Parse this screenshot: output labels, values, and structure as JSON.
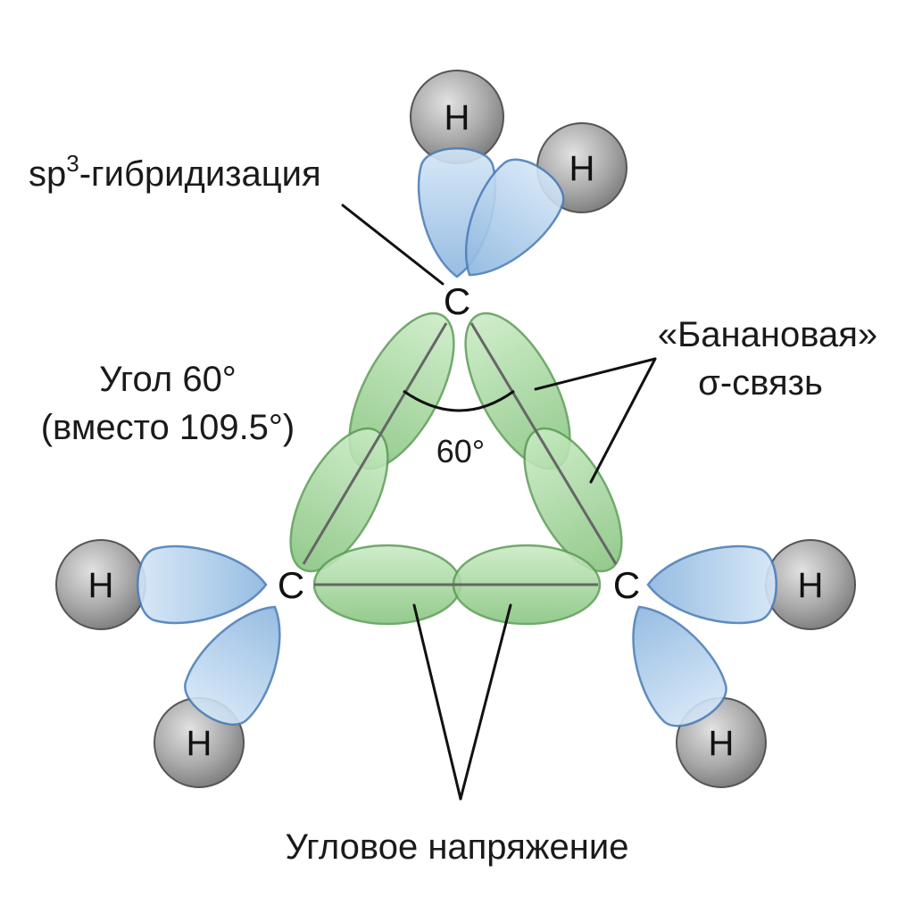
{
  "atoms": {
    "carbon": "C",
    "hydrogen": "H"
  },
  "labels": {
    "hybridization_prefix": "sp",
    "hybridization_sup": "3",
    "hybridization_suffix": "-гибридизация",
    "angle_line1": "Угол 60°",
    "angle_line2": "(вместо 109.5°)",
    "angle_value": "60°",
    "banana_line1": "«Банановая»",
    "banana_line2": "σ-связь",
    "strain": "Угловое напряжение"
  },
  "colors": {
    "hybrid_orbital_fill": "#9cc2e6",
    "hybrid_orbital_stroke": "#4f7fb8",
    "sigma_bond_fill": "#9fd49a",
    "sigma_bond_stroke": "#5f9e58",
    "hydrogen_fill": "#9e9e9e",
    "hydrogen_stroke": "#555555"
  }
}
